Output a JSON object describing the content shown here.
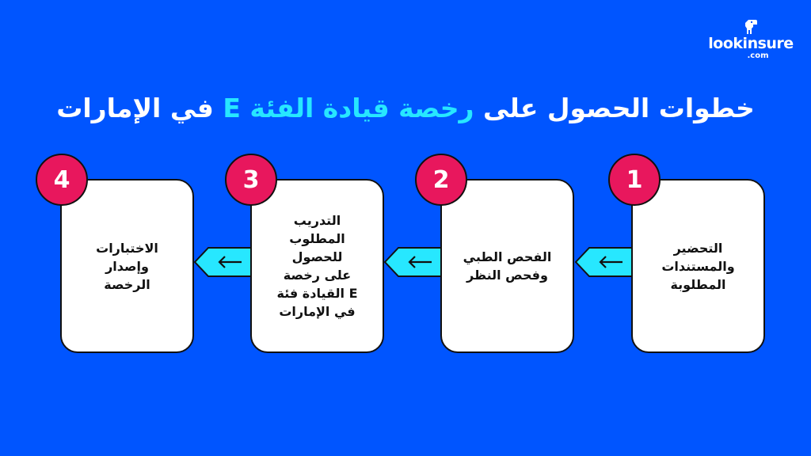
{
  "logo": {
    "wordmark": "lookinsure",
    "suffix": ".com",
    "icon": "dinosaur-mascot-icon"
  },
  "title": {
    "part1": "خطوات الحصول على ",
    "highlight": "رخصة قيادة الفئة E",
    "part2": " في الإمارات",
    "colors": {
      "text": "#FFFFFF",
      "highlight": "#27E7FF"
    }
  },
  "colors": {
    "background": "#0055FF",
    "card": "#FFFFFF",
    "badge": "#E8175D",
    "arrow": "#27E7FF",
    "outline": "#111111"
  },
  "steps": [
    {
      "number": "1",
      "label": "التحضير\nوالمستندات\nالمطلوبة"
    },
    {
      "number": "2",
      "label": "الفحص الطبي\nوفحص النظر"
    },
    {
      "number": "3",
      "label": "التدريب\nالمطلوب\nللحصول\nعلى رخصة\nE القيادة فئة\nفي الإمارات"
    },
    {
      "number": "4",
      "label": "الاختبارات\nوإصدار\nالرخصة"
    }
  ],
  "connectors": [
    {
      "from": "1",
      "to": "2",
      "icon": "arrow-left-icon"
    },
    {
      "from": "2",
      "to": "3",
      "icon": "arrow-left-icon"
    },
    {
      "from": "3",
      "to": "4",
      "icon": "arrow-left-icon"
    }
  ]
}
